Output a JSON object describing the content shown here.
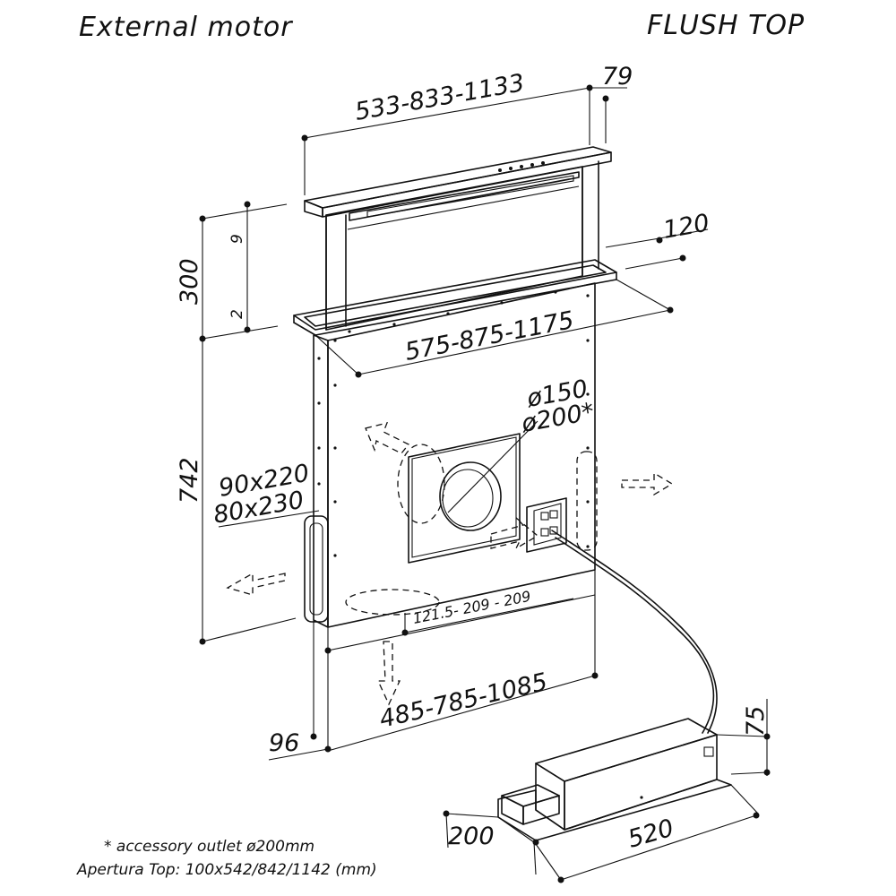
{
  "header": {
    "left_title": "External motor",
    "right_title": "FLUSH TOP"
  },
  "dimensions": {
    "top_width": "533-833-1133",
    "top_depth": "79",
    "height_9": "9",
    "height_300": "300",
    "height_2": "2",
    "body_742": "742",
    "depth_120": "120",
    "frame_width": "575-875-1175",
    "outlet_150": "ø150",
    "outlet_200": "ø200*",
    "side_outlet_1": "90x220",
    "side_outlet_2": "80x230",
    "bottom_spacing": "121.5- 209 - 209",
    "bottom_width": "485-785-1085",
    "depth_96": "96",
    "motor_height": "75",
    "motor_depth": "200",
    "motor_length": "520"
  },
  "notes": {
    "accessory": "* accessory outlet ø200mm",
    "apertura": "Apertura Top: 100x542/842/1142 (mm)"
  }
}
